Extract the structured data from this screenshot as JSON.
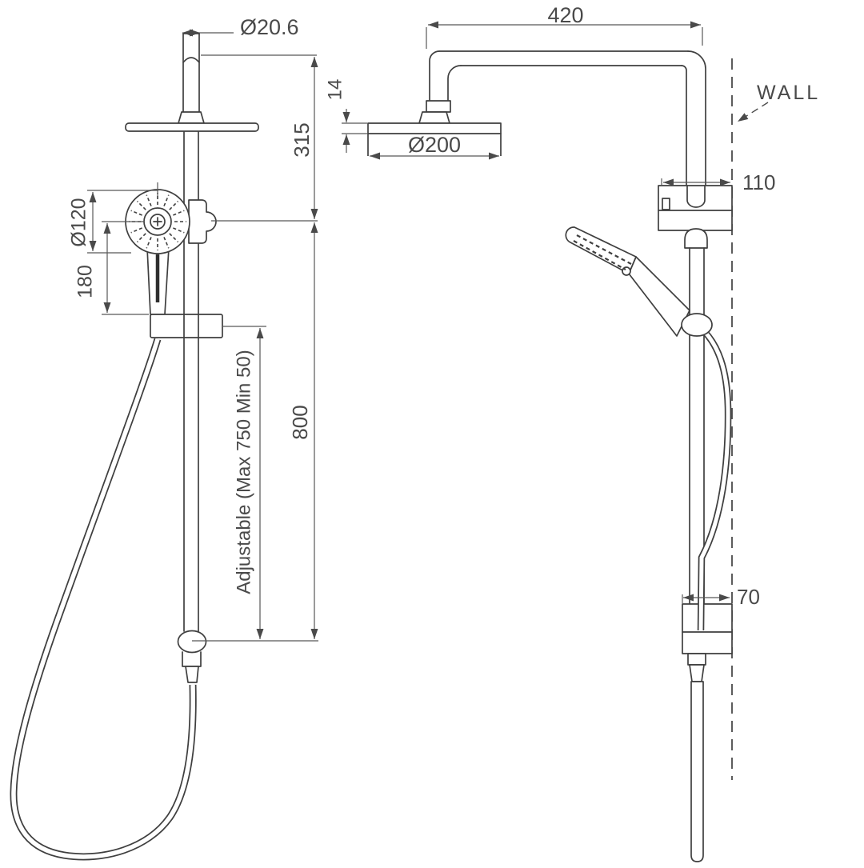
{
  "title": "shower-column-technical-drawing",
  "colors": {
    "background": "#ffffff",
    "line": "#3f3f3f",
    "dimension_line": "#585858",
    "text": "#4a4a4a"
  },
  "front_view": {
    "dimensions": {
      "pipe_diameter": "Ø20.6",
      "top_to_outlet": "315",
      "handshower_diameter": "Ø120",
      "handshower_to_bracket": "180",
      "rail_length": "800",
      "adjustable_range": "Adjustable (Max 750 Min 50)"
    }
  },
  "side_view": {
    "dimensions": {
      "arm_reach": "420",
      "head_thickness": "14",
      "head_diameter": "Ø200",
      "top_bracket_to_wall": "110",
      "bottom_bracket_to_wall": "70"
    },
    "labels": {
      "wall": "WALL"
    }
  }
}
